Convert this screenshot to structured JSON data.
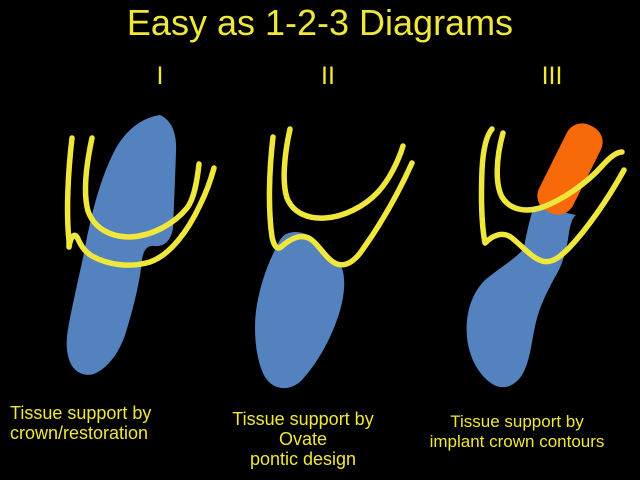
{
  "title": "Easy as 1-2-3 Diagrams",
  "colors": {
    "background": "#000000",
    "yellow": "#efe73b",
    "tooth_blue": "#5482be",
    "implant_orange": "#f8690a"
  },
  "diagrams": [
    {
      "numeral": "I",
      "caption": "Tissue support by\ncrown/restoration"
    },
    {
      "numeral": "II",
      "caption": "Tissue support by Ovate\npontic design"
    },
    {
      "numeral": "III",
      "caption": "Tissue support by\nimplant crown contours"
    }
  ]
}
